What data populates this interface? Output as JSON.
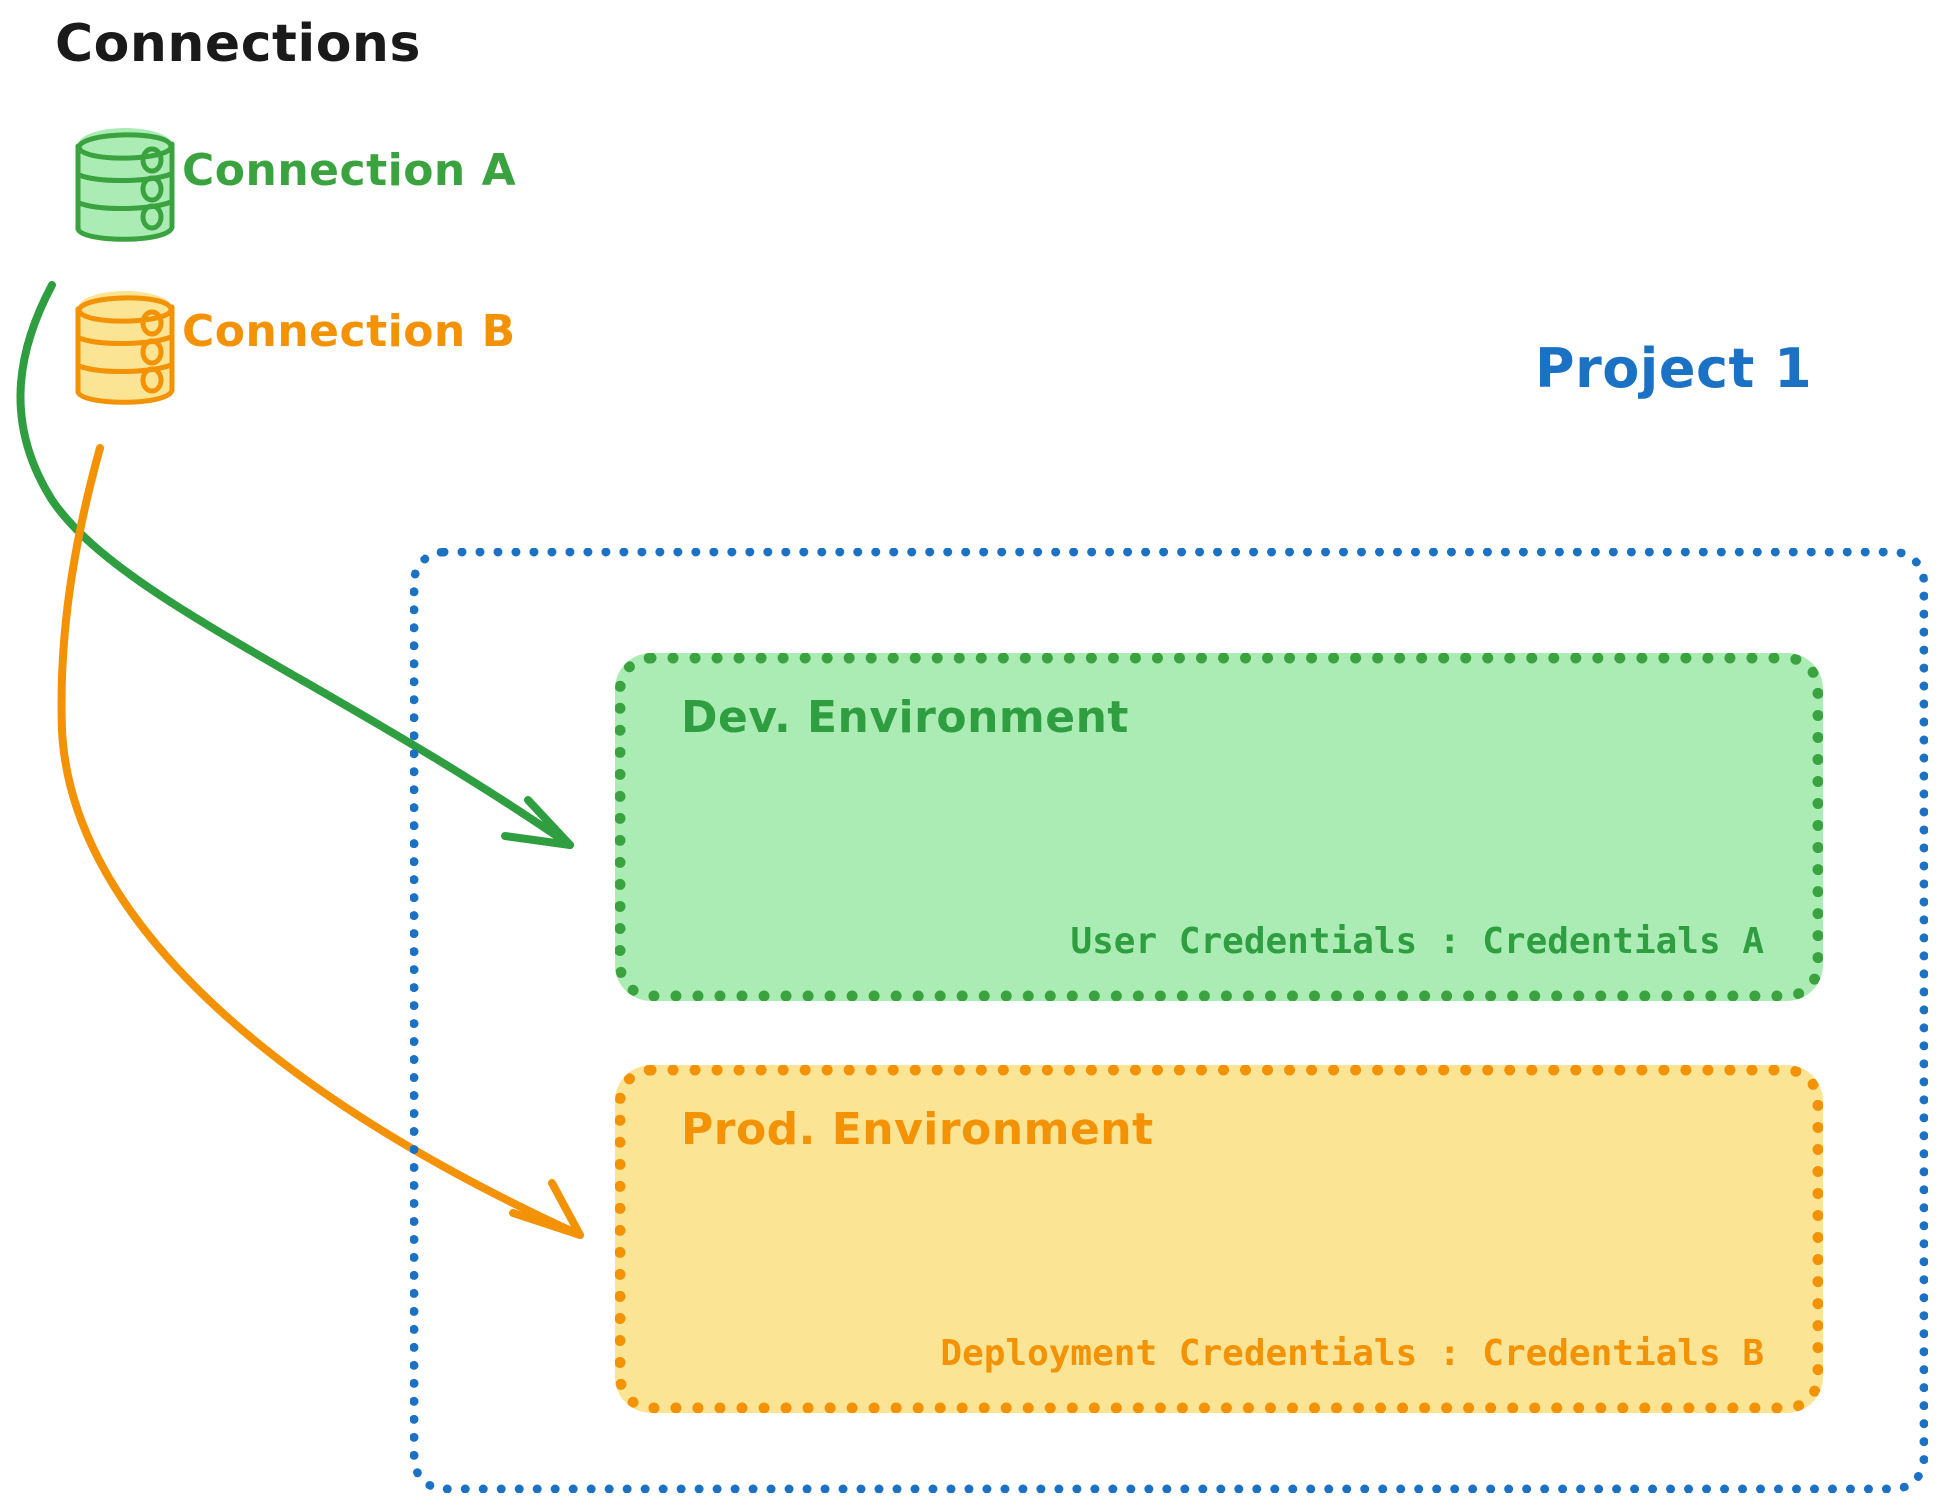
{
  "diagram": {
    "title": "Connections",
    "project_label": "Project 1",
    "connections": [
      {
        "name": "Connection A",
        "color": "#3aa33f",
        "icon": "database-icon"
      },
      {
        "name": "Connection B",
        "color": "#f39205",
        "icon": "database-icon"
      }
    ],
    "environments": [
      {
        "title": "Dev. Environment",
        "credentials_label": "User Credentials",
        "credentials_separator": ":",
        "credentials_value": "Credentials A",
        "credentials_line": "User Credentials : Credentials A",
        "border_color": "#3aa33f",
        "fill_color": "#abecb4",
        "text_color": "#2f9e41"
      },
      {
        "title": "Prod. Environment",
        "credentials_label": "Deployment Credentials",
        "credentials_separator": ":",
        "credentials_value": "Credentials B",
        "credentials_line": "Deployment Credentials : Credentials B",
        "border_color": "#f39205",
        "fill_color": "#fbe493",
        "text_color": "#f39205"
      }
    ],
    "arrows": [
      {
        "from": "Connection A",
        "to": "Dev. Environment",
        "color": "#2f9e41"
      },
      {
        "from": "Connection B",
        "to": "Prod. Environment",
        "color": "#f39205"
      }
    ],
    "colors": {
      "title": "#1a1a1a",
      "green": "#3aa33f",
      "green_fill": "#abecb4",
      "orange": "#f39205",
      "orange_fill": "#fbe493",
      "blue": "#1b72c4",
      "background": "#ffffff"
    }
  }
}
